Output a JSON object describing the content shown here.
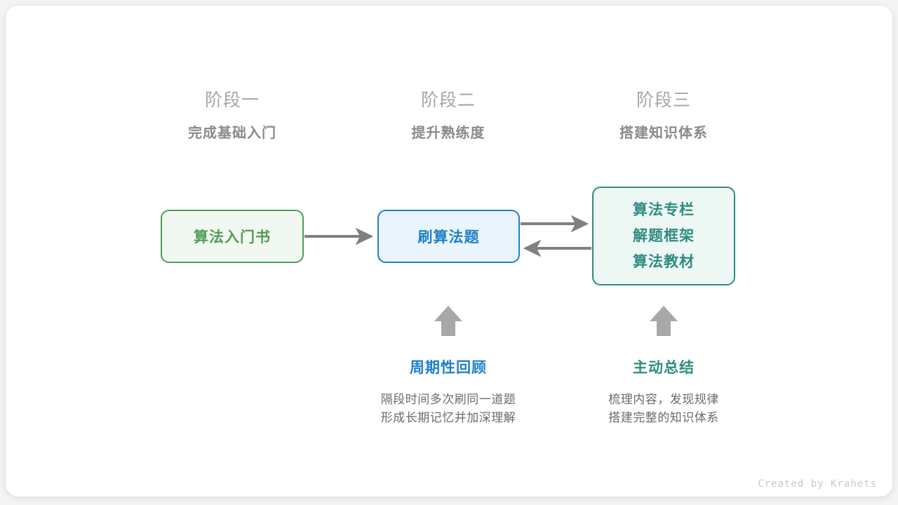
{
  "diagram": {
    "title_credit": "Created by Krahets",
    "colors": {
      "green": "#4e9e55",
      "blue": "#1f80c6",
      "teal": "#2e8c80",
      "gray_arrow": "#808080",
      "head_num": "#a6a6a6",
      "head_title": "#8a8a8a",
      "desc_text": "#6b6b6b",
      "card_bg": "#ffffff",
      "page_bg": "#f4f4f5"
    },
    "stages": [
      {
        "number": "阶段一",
        "title": "完成基础入门"
      },
      {
        "number": "阶段二",
        "title": "提升熟练度"
      },
      {
        "number": "阶段三",
        "title": "搭建知识体系"
      }
    ],
    "nodes": {
      "book": {
        "label": "算法入门书"
      },
      "practice": {
        "label": "刷算法题"
      },
      "resources": {
        "lines": [
          "算法专栏",
          "解题框架",
          "算法教材"
        ]
      }
    },
    "factors": [
      {
        "title": "周期性回顾",
        "desc_line1": "隔段时间多次刷同一道题",
        "desc_line2": "形成长期记忆并加深理解"
      },
      {
        "title": "主动总结",
        "desc_line1": "梳理内容，发现规律",
        "desc_line2": "搭建完整的知识体系"
      }
    ]
  }
}
